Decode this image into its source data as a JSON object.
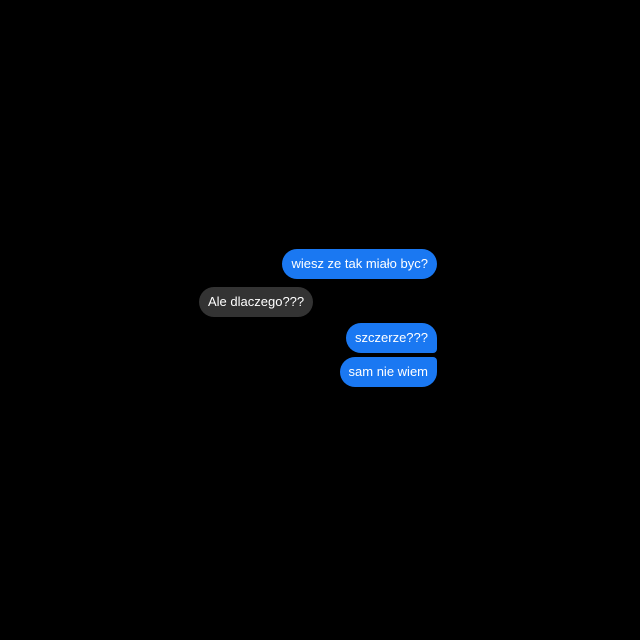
{
  "theme": {
    "background": "#000000",
    "sent_bubble_color": "#1a78f2",
    "received_bubble_color": "#333333",
    "text_color": "#ffffff"
  },
  "messages": [
    {
      "sender": "me",
      "text": "wiesz ze tak miało byc?"
    },
    {
      "sender": "other",
      "text": "Ale dlaczego???"
    },
    {
      "sender": "me",
      "text": "szczerze???"
    },
    {
      "sender": "me",
      "text": "sam nie wiem"
    }
  ]
}
